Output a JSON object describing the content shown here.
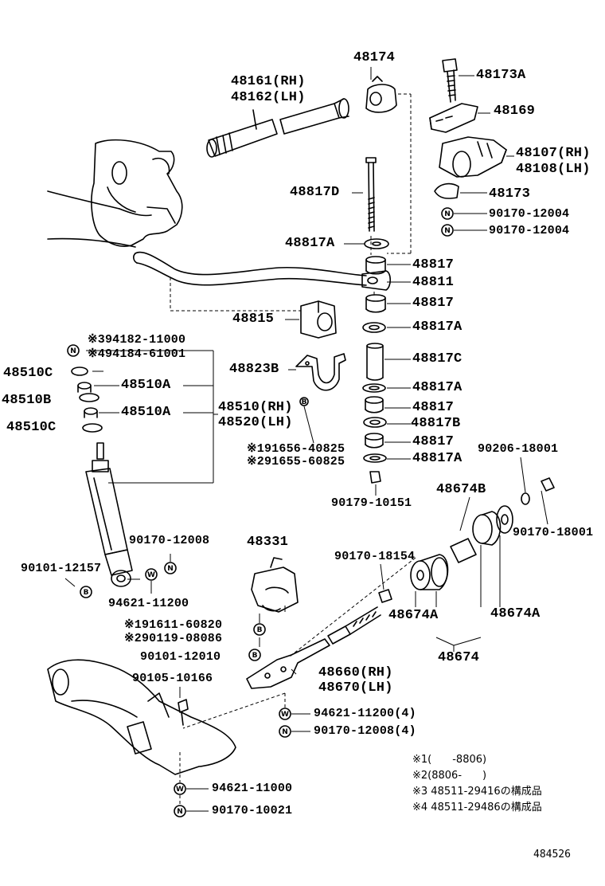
{
  "part_labels": {
    "p48161": "48161(RH)",
    "p48162": "48162(LH)",
    "p48174": "48174",
    "p48173A": "48173A",
    "p48169": "48169",
    "p48107": "48107(RH)",
    "p48108": "48108(LH)",
    "p48173": "48173",
    "p48817D": "48817D",
    "p90170_12004a": "90170-12004",
    "p90170_12004b": "90170-12004",
    "p48817A_1": "48817A",
    "p48817_1": "48817",
    "p48811": "48811",
    "p48817_2": "48817",
    "p48815": "48815",
    "p48817A_2": "48817A",
    "p94182": "※394182-11000",
    "p94184": "※494184-61001",
    "p48817C": "48817C",
    "p48823B": "48823B",
    "p48510C_1": "48510C",
    "p48510A_1": "48510A",
    "p48817A_3": "48817A",
    "p48510B": "48510B",
    "p48510": "48510(RH)",
    "p48520": "48520(LH)",
    "p48817_3": "48817",
    "p48510A_2": "48510A",
    "p48817B": "48817B",
    "p48510C_2": "48510C",
    "p91656": "※191656-40825",
    "p48817_4": "48817",
    "p91655": "※291655-60825",
    "p48817A_4": "48817A",
    "p90206": "90206-18001",
    "p90179": "90179-10151",
    "p48674B": "48674B",
    "p90170_18001": "90170-18001",
    "p90170_12008a": "90170-12008",
    "p48331": "48331",
    "p90101_12157": "90101-12157",
    "p90170_18154": "90170-18154",
    "p94621_11200a": "94621-11200",
    "p48674A_1": "48674A",
    "p48674A_2": "48674A",
    "p91611": "※191611-60820",
    "p90119": "※290119-08086",
    "p48674": "48674",
    "p90101_12010": "90101-12010",
    "p48660": "48660(RH)",
    "p48670": "48670(LH)",
    "p90105": "90105-10166",
    "p94621_11200b": "94621-11200(4)",
    "p90170_12008b": "90170-12008(4)",
    "p94621_11000": "94621-11000",
    "p90170_10021": "90170-10021"
  },
  "notes": [
    "※1(　　-8806)",
    "※2(8806-　　)",
    "※3 48511-29416の構成品",
    "※4 48511-29486の構成品"
  ],
  "drawing_ref": "484526",
  "symbols": {
    "nut": "N",
    "washer": "W",
    "bolt": "B"
  }
}
